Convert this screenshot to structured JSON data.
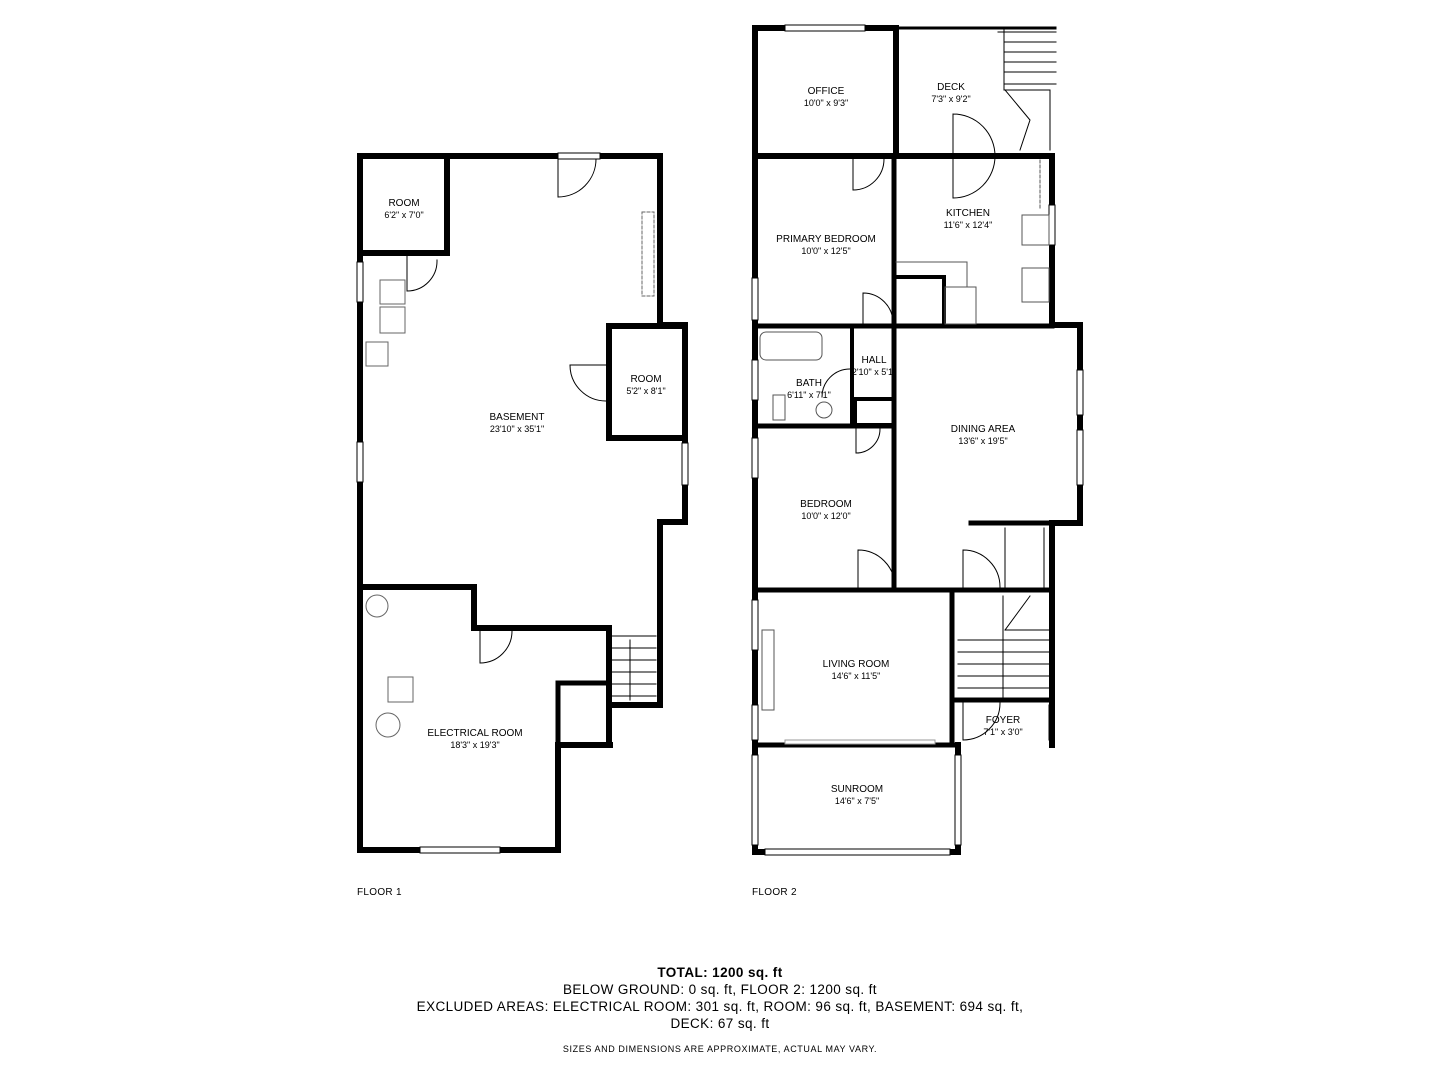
{
  "floors": [
    {
      "label": "FLOOR 1",
      "rooms": [
        {
          "key": "f1_room_a",
          "name": "ROOM",
          "dims": "6'2\" x 7'0\""
        },
        {
          "key": "f1_basement",
          "name": "BASEMENT",
          "dims": "23'10\" x 35'1\""
        },
        {
          "key": "f1_room_b",
          "name": "ROOM",
          "dims": "5'2\" x 8'1\""
        },
        {
          "key": "f1_electrical",
          "name": "ELECTRICAL ROOM",
          "dims": "18'3\" x 19'3\""
        }
      ]
    },
    {
      "label": "FLOOR 2",
      "rooms": [
        {
          "key": "f2_office",
          "name": "OFFICE",
          "dims": "10'0\" x 9'3\""
        },
        {
          "key": "f2_deck",
          "name": "DECK",
          "dims": "7'3\" x 9'2\""
        },
        {
          "key": "f2_primary",
          "name": "PRIMARY BEDROOM",
          "dims": "10'0\" x 12'5\""
        },
        {
          "key": "f2_kitchen",
          "name": "KITCHEN",
          "dims": "11'6\" x 12'4\""
        },
        {
          "key": "f2_hall",
          "name": "HALL",
          "dims": "2'10\" x 5'1\""
        },
        {
          "key": "f2_bath",
          "name": "BATH",
          "dims": "6'11\" x 7'1\""
        },
        {
          "key": "f2_dining",
          "name": "DINING AREA",
          "dims": "13'6\" x 19'5\""
        },
        {
          "key": "f2_bedroom",
          "name": "BEDROOM",
          "dims": "10'0\" x 12'0\""
        },
        {
          "key": "f2_living",
          "name": "LIVING ROOM",
          "dims": "14'6\" x 11'5\""
        },
        {
          "key": "f2_foyer",
          "name": "FOYER",
          "dims": "7'1\" x 3'0\""
        },
        {
          "key": "f2_sunroom",
          "name": "SUNROOM",
          "dims": "14'6\" x 7'5\""
        }
      ]
    }
  ],
  "summary": {
    "total": "TOTAL: 1200 sq. ft",
    "line2": "BELOW GROUND: 0 sq. ft, FLOOR 2: 1200 sq. ft",
    "line3": "EXCLUDED AREAS: ELECTRICAL ROOM: 301 sq. ft, ROOM: 96 sq. ft, BASEMENT: 694 sq. ft,",
    "line4": "DECK: 67 sq. ft"
  },
  "disclaimer": "SIZES AND DIMENSIONS ARE APPROXIMATE, ACTUAL MAY VARY.",
  "colors": {
    "wall": "#000000",
    "background": "#ffffff",
    "fixture": "#666666"
  }
}
